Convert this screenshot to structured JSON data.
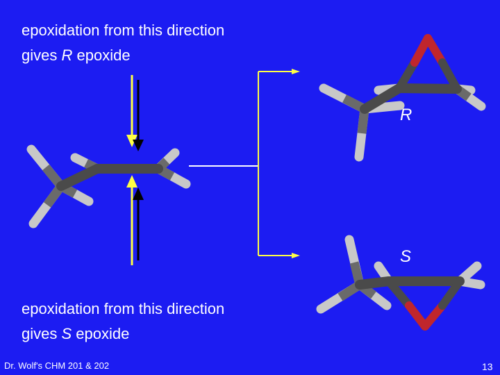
{
  "caption_top": {
    "line1": "epoxidation from this direction",
    "line2_prefix": "gives ",
    "line2_config": "R",
    "line2_suffix": " epoxide"
  },
  "caption_bottom": {
    "line1": "epoxidation from this direction",
    "line2_prefix": "gives ",
    "line2_config": "S",
    "line2_suffix": " epoxide"
  },
  "product_labels": {
    "top": "R",
    "bottom": "S"
  },
  "footer": {
    "credit": "Dr. Wolf's CHM 201 & 202",
    "page": "13"
  },
  "colors": {
    "background": "#1c1cf2",
    "arrow_yellow": "#ffff44",
    "arrow_black": "#000000",
    "line_white": "#ffffff",
    "carbon": "#4a4a4a",
    "hydrogen": "#c8c8c8",
    "oxygen": "#c0262d"
  },
  "icons": [
    "up-arrow-icon",
    "down-arrow-icon",
    "reaction-arrow-icon"
  ]
}
